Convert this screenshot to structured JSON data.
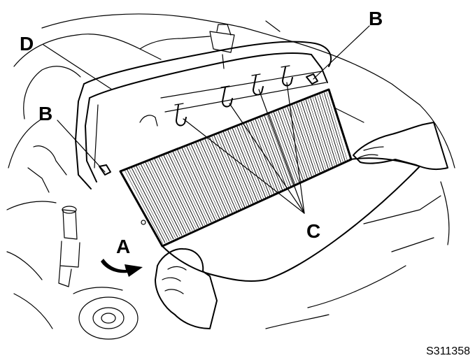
{
  "figure": {
    "reference_code": "S311358",
    "labels": {
      "a": "A",
      "b_left": "B",
      "b_right": "B",
      "c": "C",
      "d": "D"
    }
  }
}
